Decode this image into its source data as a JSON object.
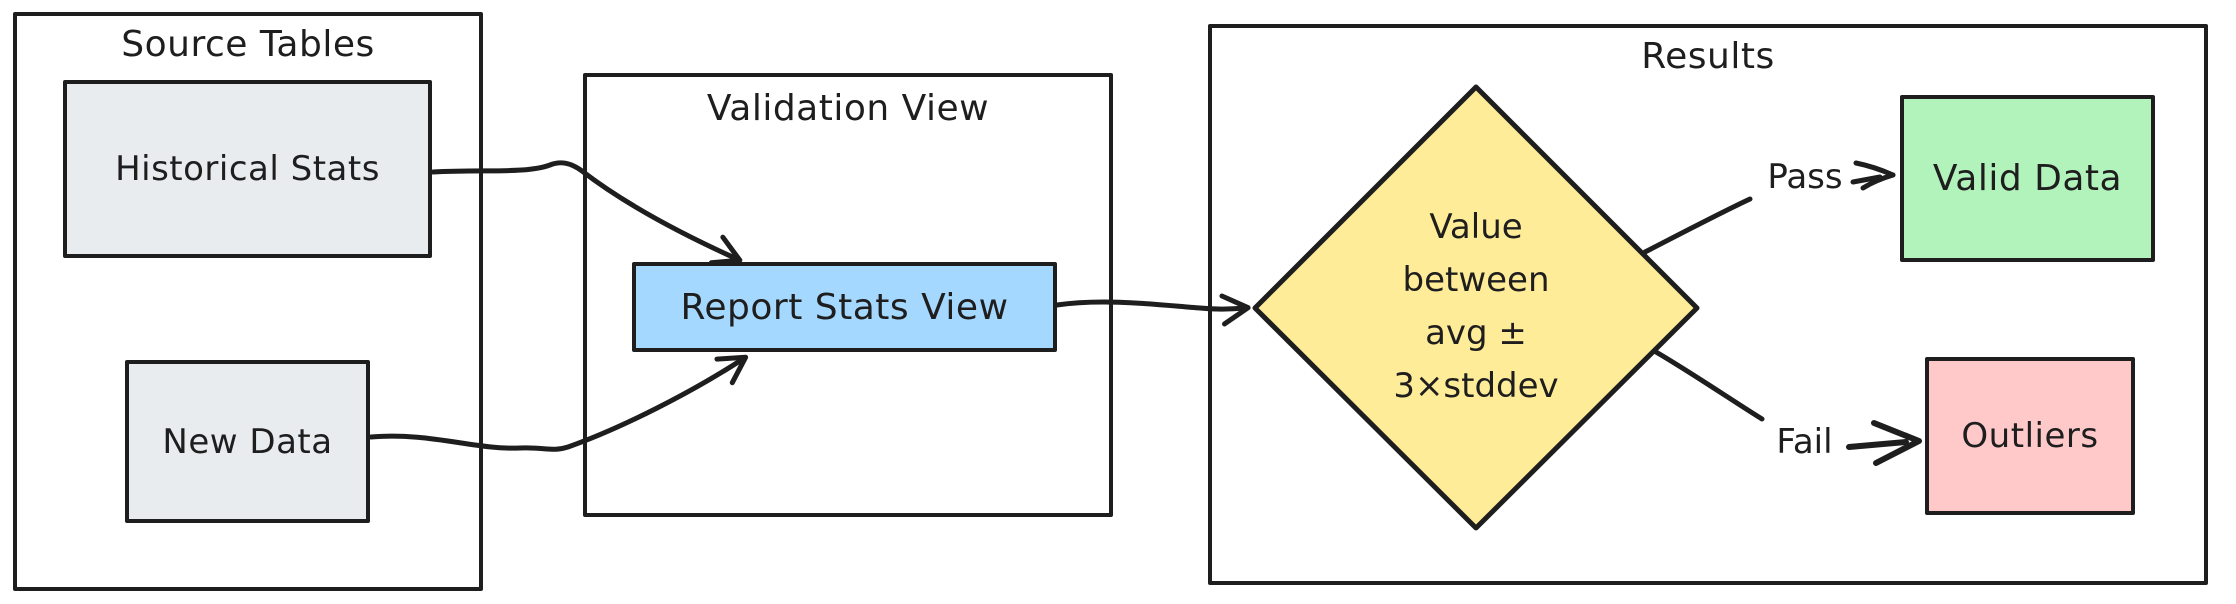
{
  "canvas": {
    "background": "#ffffff",
    "stroke_color": "#1e1e1e"
  },
  "containers": {
    "source_tables": {
      "title": "Source Tables"
    },
    "validation_view": {
      "title": "Validation View"
    },
    "results": {
      "title": "Results"
    }
  },
  "nodes": {
    "historical_stats": {
      "label": "Historical Stats",
      "fill": "#e9ecef"
    },
    "new_data": {
      "label": "New Data",
      "fill": "#e9ecef"
    },
    "report_stats_view": {
      "label": "Report Stats View",
      "fill": "#a5d8ff"
    },
    "decision": {
      "lines": [
        "Value",
        "between",
        "avg ±",
        "3×stddev"
      ],
      "text": "Value between avg ± 3×stddev",
      "fill": "#ffec99"
    },
    "valid_data": {
      "label": "Valid Data",
      "fill": "#b2f2bb"
    },
    "outliers": {
      "label": "Outliers",
      "fill": "#ffc9c9"
    }
  },
  "edges": {
    "pass": {
      "label": "Pass"
    },
    "fail": {
      "label": "Fail"
    }
  }
}
